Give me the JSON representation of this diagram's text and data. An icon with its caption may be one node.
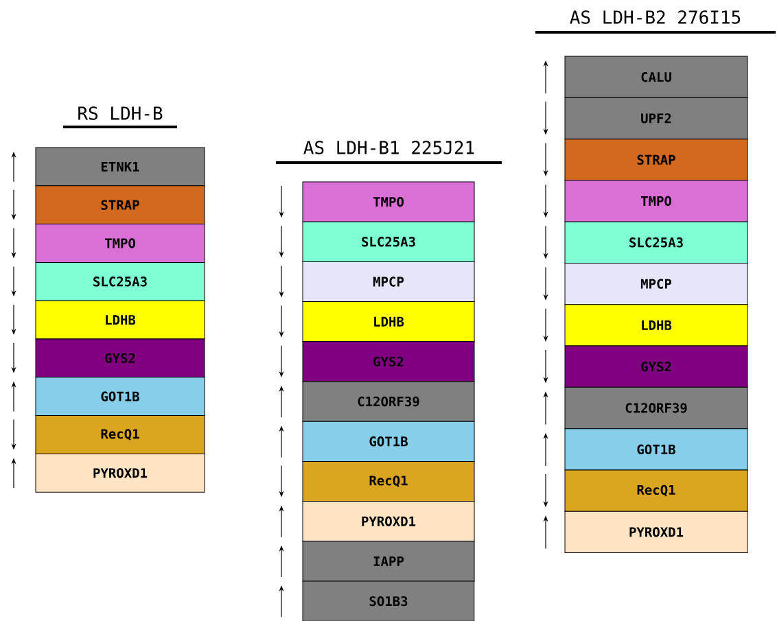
{
  "diagram": {
    "nodes": [
      {
        "text": [
          "ETNK1"
        ]
      },
      {
        "text": [
          "STRAP"
        ]
      },
      {
        "text": [
          "TMPO"
        ]
      },
      {
        "text": [
          "SLC25A3"
        ]
      },
      {
        "text": [
          "LDHB"
        ]
      },
      {
        "text": [
          "GYS2"
        ]
      },
      {
        "text": [
          "GOT1B"
        ]
      },
      {
        "text": [
          "RecQ1"
        ]
      },
      {
        "text": [
          "PYROXD1"
        ]
      },
      {
        "text": [
          "TMPO"
        ]
      },
      {
        "text": [
          "SLC25A3"
        ]
      },
      {
        "text": [
          "MPCP"
        ]
      },
      {
        "text": [
          "LDHB"
        ]
      },
      {
        "text": [
          "GYS2"
        ]
      },
      {
        "text": [
          "C12ORF39"
        ]
      },
      {
        "text": [
          "GOT1B"
        ]
      },
      {
        "text": [
          "RecQ1"
        ]
      },
      {
        "text": [
          "PYROXD1"
        ]
      },
      {
        "text": [
          "IAPP"
        ]
      },
      {
        "text": [
          "SO1B3"
        ]
      },
      {
        "text": [
          "CALU"
        ]
      },
      {
        "text": [
          "UPF2"
        ]
      },
      {
        "text": [
          "STRAP"
        ]
      },
      {
        "text": [
          "TMPO"
        ]
      },
      {
        "text": [
          "SLC25A3"
        ]
      },
      {
        "text": [
          "MPCP"
        ]
      },
      {
        "text": [
          "LDHB"
        ]
      },
      {
        "text": [
          "GYS2"
        ]
      },
      {
        "text": [
          "C12ORF39"
        ]
      },
      {
        "text": [
          "GOT1B"
        ]
      },
      {
        "text": [
          "RecQ1"
        ]
      },
      {
        "text": [
          "PYROXD1"
        ]
      }
    ],
    "labels": [
      "RS LDH-B",
      "AS LDH-B1 225J21",
      "AS LDH-B2 276I15"
    ]
  }
}
